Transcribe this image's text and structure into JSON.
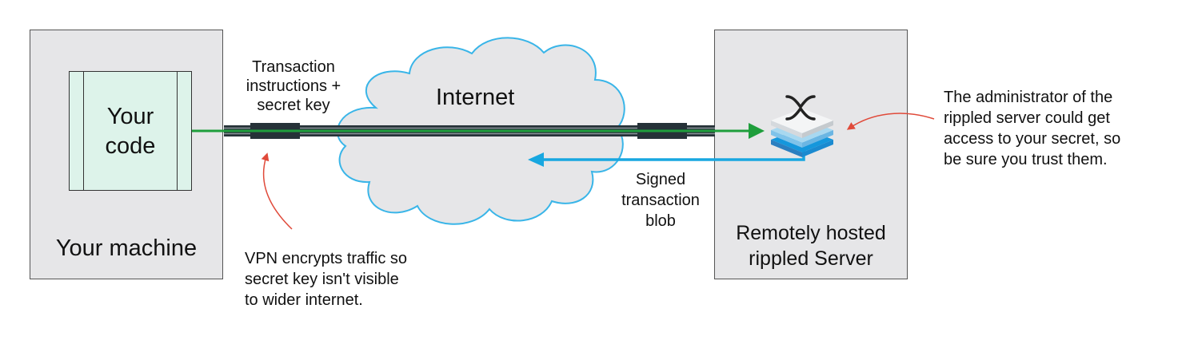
{
  "machine": {
    "code_label": "Your\ncode",
    "title": "Your machine"
  },
  "internet": {
    "label": "Internet"
  },
  "server": {
    "title": "Remotely hosted\nrippled Server"
  },
  "labels": {
    "transaction_instructions": "Transaction\ninstructions +\nsecret key",
    "signed_blob": "Signed\ntransaction\nblob"
  },
  "notes": {
    "vpn": "VPN encrypts traffic so\nsecret key isn't visible\nto wider internet.",
    "admin": "The administrator of the\nrippled server could get\naccess to your secret, so\nbe sure you trust them."
  },
  "colors": {
    "request_arrow": "#1f9e3c",
    "response_arrow": "#18a7e0",
    "cloud_stroke": "#39b5e8",
    "cloud_fill": "#e6e6e8",
    "box_fill": "#e6e6e8",
    "code_fill": "#ddf3ea",
    "annotation_arrow": "#e04a3a",
    "vpn_tunnel": "#263238"
  },
  "icons": {
    "server_icon": "xrp-server-stack-icon"
  }
}
